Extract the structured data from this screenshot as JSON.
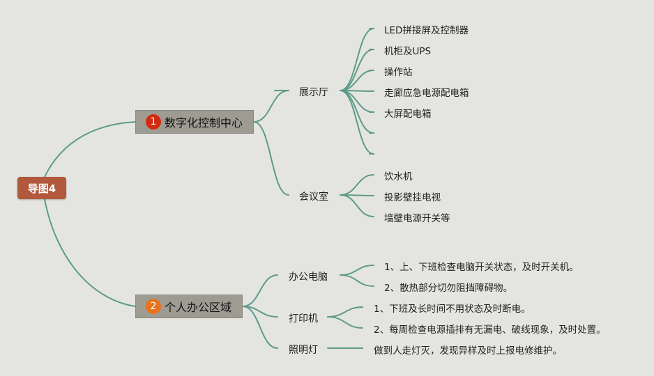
{
  "root": {
    "label": "导图4"
  },
  "branches": [
    {
      "badge": "1",
      "badge_color": "#d42a12",
      "label": "数字化控制中心",
      "children": [
        {
          "label": "展示厅",
          "items": [
            "LED拼接屏及控制器",
            "机柜及UPS",
            "操作站",
            "走廊应急电源配电箱",
            "大屏配电箱",
            "",
            ""
          ]
        },
        {
          "label": "会议室",
          "items": [
            "饮水机",
            "投影壁挂电视",
            "墙壁电源开关等"
          ]
        }
      ]
    },
    {
      "badge": "2",
      "badge_color": "#e8731c",
      "label": "个人办公区域",
      "children": [
        {
          "label": "办公电脑",
          "items": [
            "1、上、下班检查电脑开关状态，及时开关机。",
            "2、散热部分切勿阻挡障碍物。"
          ]
        },
        {
          "label": "打印机",
          "items": [
            "1、下班及长时间不用状态及时断电。",
            "2、每周检查电源插排有无漏电、破线现象，及时处置。"
          ]
        },
        {
          "label": "照明灯",
          "items": [
            "做到人走灯灭，发现异样及时上报电修维护。"
          ]
        }
      ]
    }
  ],
  "colors": {
    "line": "#5e9a89",
    "root_bg": "#b2583c",
    "main_bg": "#9e9c92",
    "background": "#e4e5e1"
  }
}
